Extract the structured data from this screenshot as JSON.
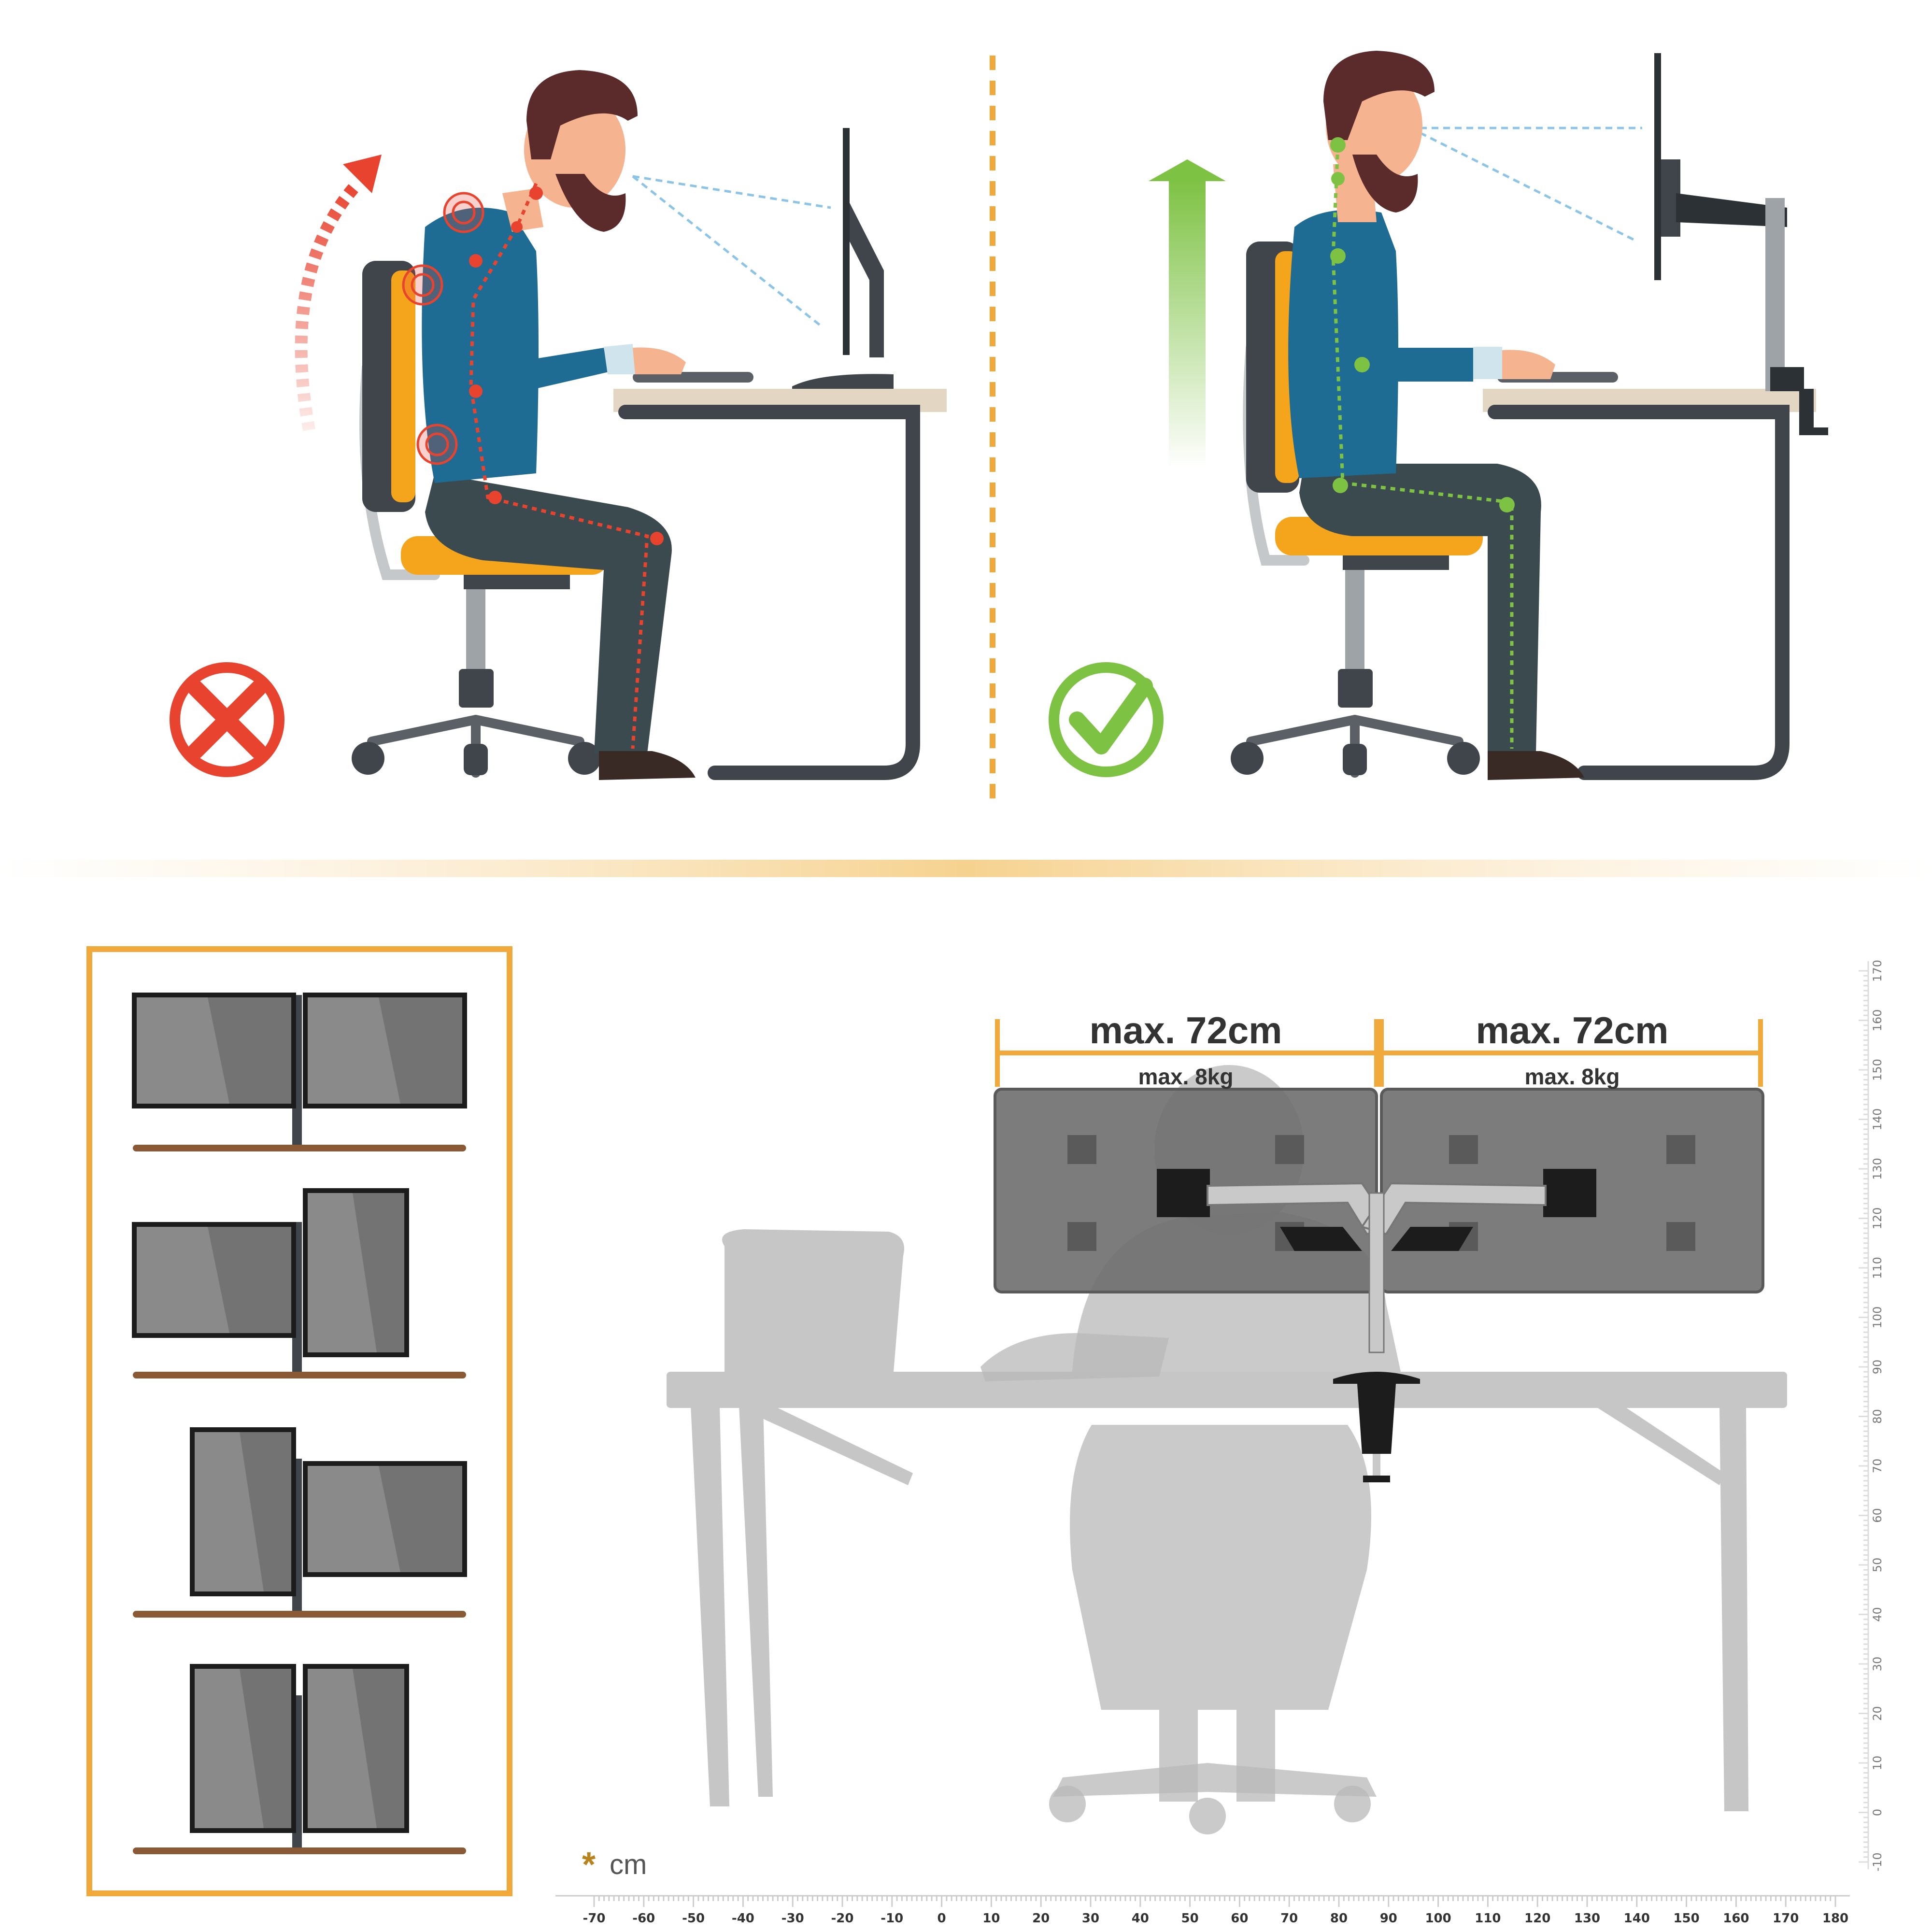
{
  "labels": {
    "left_width": "max. 72cm",
    "left_weight": "max. 8kg",
    "right_width": "max. 72cm",
    "right_weight": "max. 8kg",
    "unit_star": "*",
    "unit": "cm"
  },
  "ruler": {
    "x_ticks": [
      "-70",
      "-60",
      "-50",
      "-40",
      "-30",
      "-20",
      "-10",
      "0",
      "10",
      "20",
      "30",
      "40",
      "50",
      "60",
      "70",
      "80",
      "90",
      "100",
      "110",
      "120",
      "130",
      "140",
      "150",
      "160",
      "170",
      "180"
    ],
    "y_ticks": [
      "-10",
      "0",
      "10",
      "20",
      "30",
      "40",
      "50",
      "60",
      "70",
      "80",
      "90",
      "100",
      "110",
      "120",
      "130",
      "140",
      "150",
      "160",
      "170"
    ]
  },
  "colors": {
    "accent_orange": "#f2a93b",
    "bad_red": "#e8432f",
    "good_green": "#7dc243",
    "silhouette_gray": "#c6c6c6",
    "shelf_brown": "#8a5a36"
  },
  "icons": {
    "bad": "cross-icon",
    "good": "check-icon"
  }
}
